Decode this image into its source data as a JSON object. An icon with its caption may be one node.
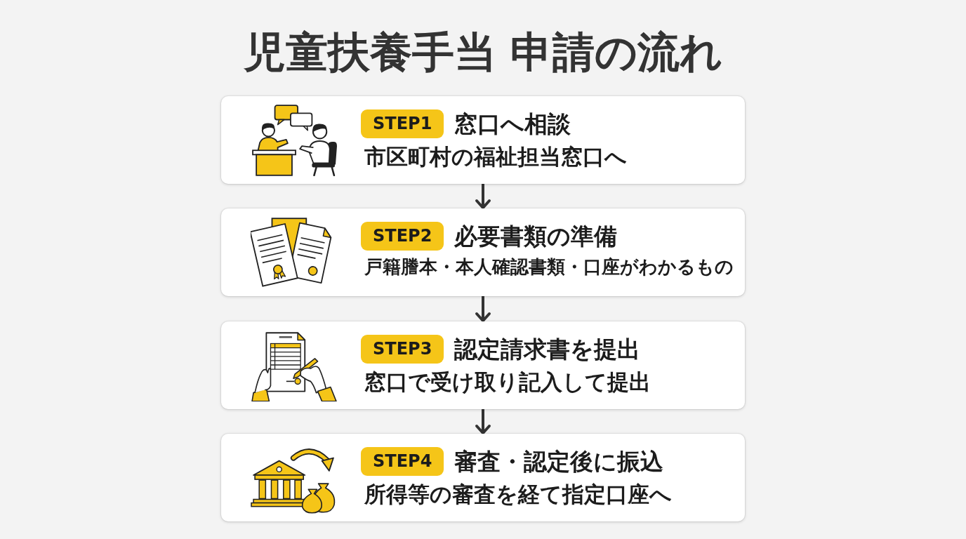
{
  "diagram": {
    "title": "児童扶養手当 申請の流れ",
    "nodes": [
      {
        "text": [
          "STEP1",
          "窓口へ相談",
          "市区町村の福祉担当窓口へ"
        ]
      },
      {
        "text": [
          "STEP2",
          "必要書類の準備",
          "戸籍謄本・本人確認書類・口座がわかるもの"
        ]
      },
      {
        "text": [
          "STEP3",
          "認定請求書を提出",
          "窓口で受け取り記入して提出"
        ]
      },
      {
        "text": [
          "STEP4",
          "審査・認定後に振込",
          "所得等の審査を経て指定口座へ"
        ]
      }
    ],
    "edges": [
      {
        "from": 0,
        "to": 1,
        "arrow": "to"
      },
      {
        "from": 1,
        "to": 2,
        "arrow": "to"
      },
      {
        "from": 2,
        "to": 3,
        "arrow": "to"
      }
    ]
  }
}
